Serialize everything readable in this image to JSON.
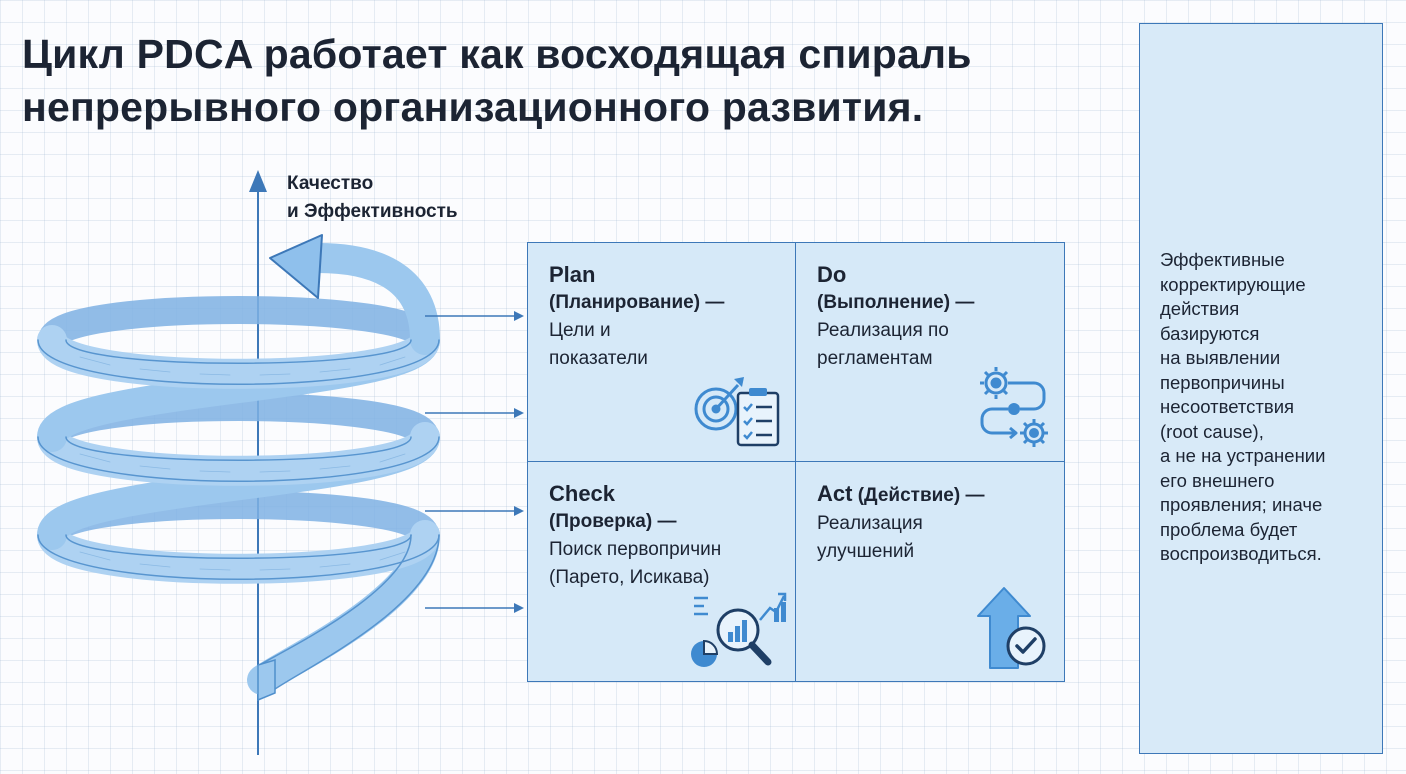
{
  "title": {
    "line1": "Цикл PDCA работает как восходящая спираль",
    "line2": "непрерывного организационного развития."
  },
  "axis_label": {
    "line1": "Качество",
    "line2": "и Эффективность"
  },
  "quadrants": {
    "plan": {
      "head": "Plan",
      "sub": "(Планирование) —",
      "lines": [
        "Цели и",
        "показатели"
      ],
      "icon": "target-checklist-icon"
    },
    "do": {
      "head": "Do",
      "sub": "(Выполнение) —",
      "lines": [
        "Реализация по",
        "регламентам"
      ],
      "icon": "gears-process-icon"
    },
    "check": {
      "head": "Check",
      "sub": "(Проверка) —",
      "lines": [
        "Поиск первопричин",
        "(Парето, Исикава)"
      ],
      "icon": "analytics-magnifier-icon"
    },
    "act": {
      "head": "Act",
      "sub": " (Действие) —",
      "lines": [
        "Реализация",
        "улучшений"
      ],
      "icon": "up-arrow-check-icon"
    }
  },
  "note": {
    "lines": [
      "Эффективные",
      "корректирующие",
      "действия",
      "базируются",
      "на выявлении",
      "первопричины",
      "несоответствия",
      "(root cause),",
      "а не на устранении",
      "его внешнего",
      "проявления; иначе",
      "проблема будет",
      "воспроизводиться."
    ]
  },
  "colors": {
    "accent": "#3d78b8",
    "spiral_fill": "#9cc5ec",
    "panel_fill": "#d6e9f8",
    "icon_blue": "#3f8ad0",
    "text": "#1c2433"
  }
}
